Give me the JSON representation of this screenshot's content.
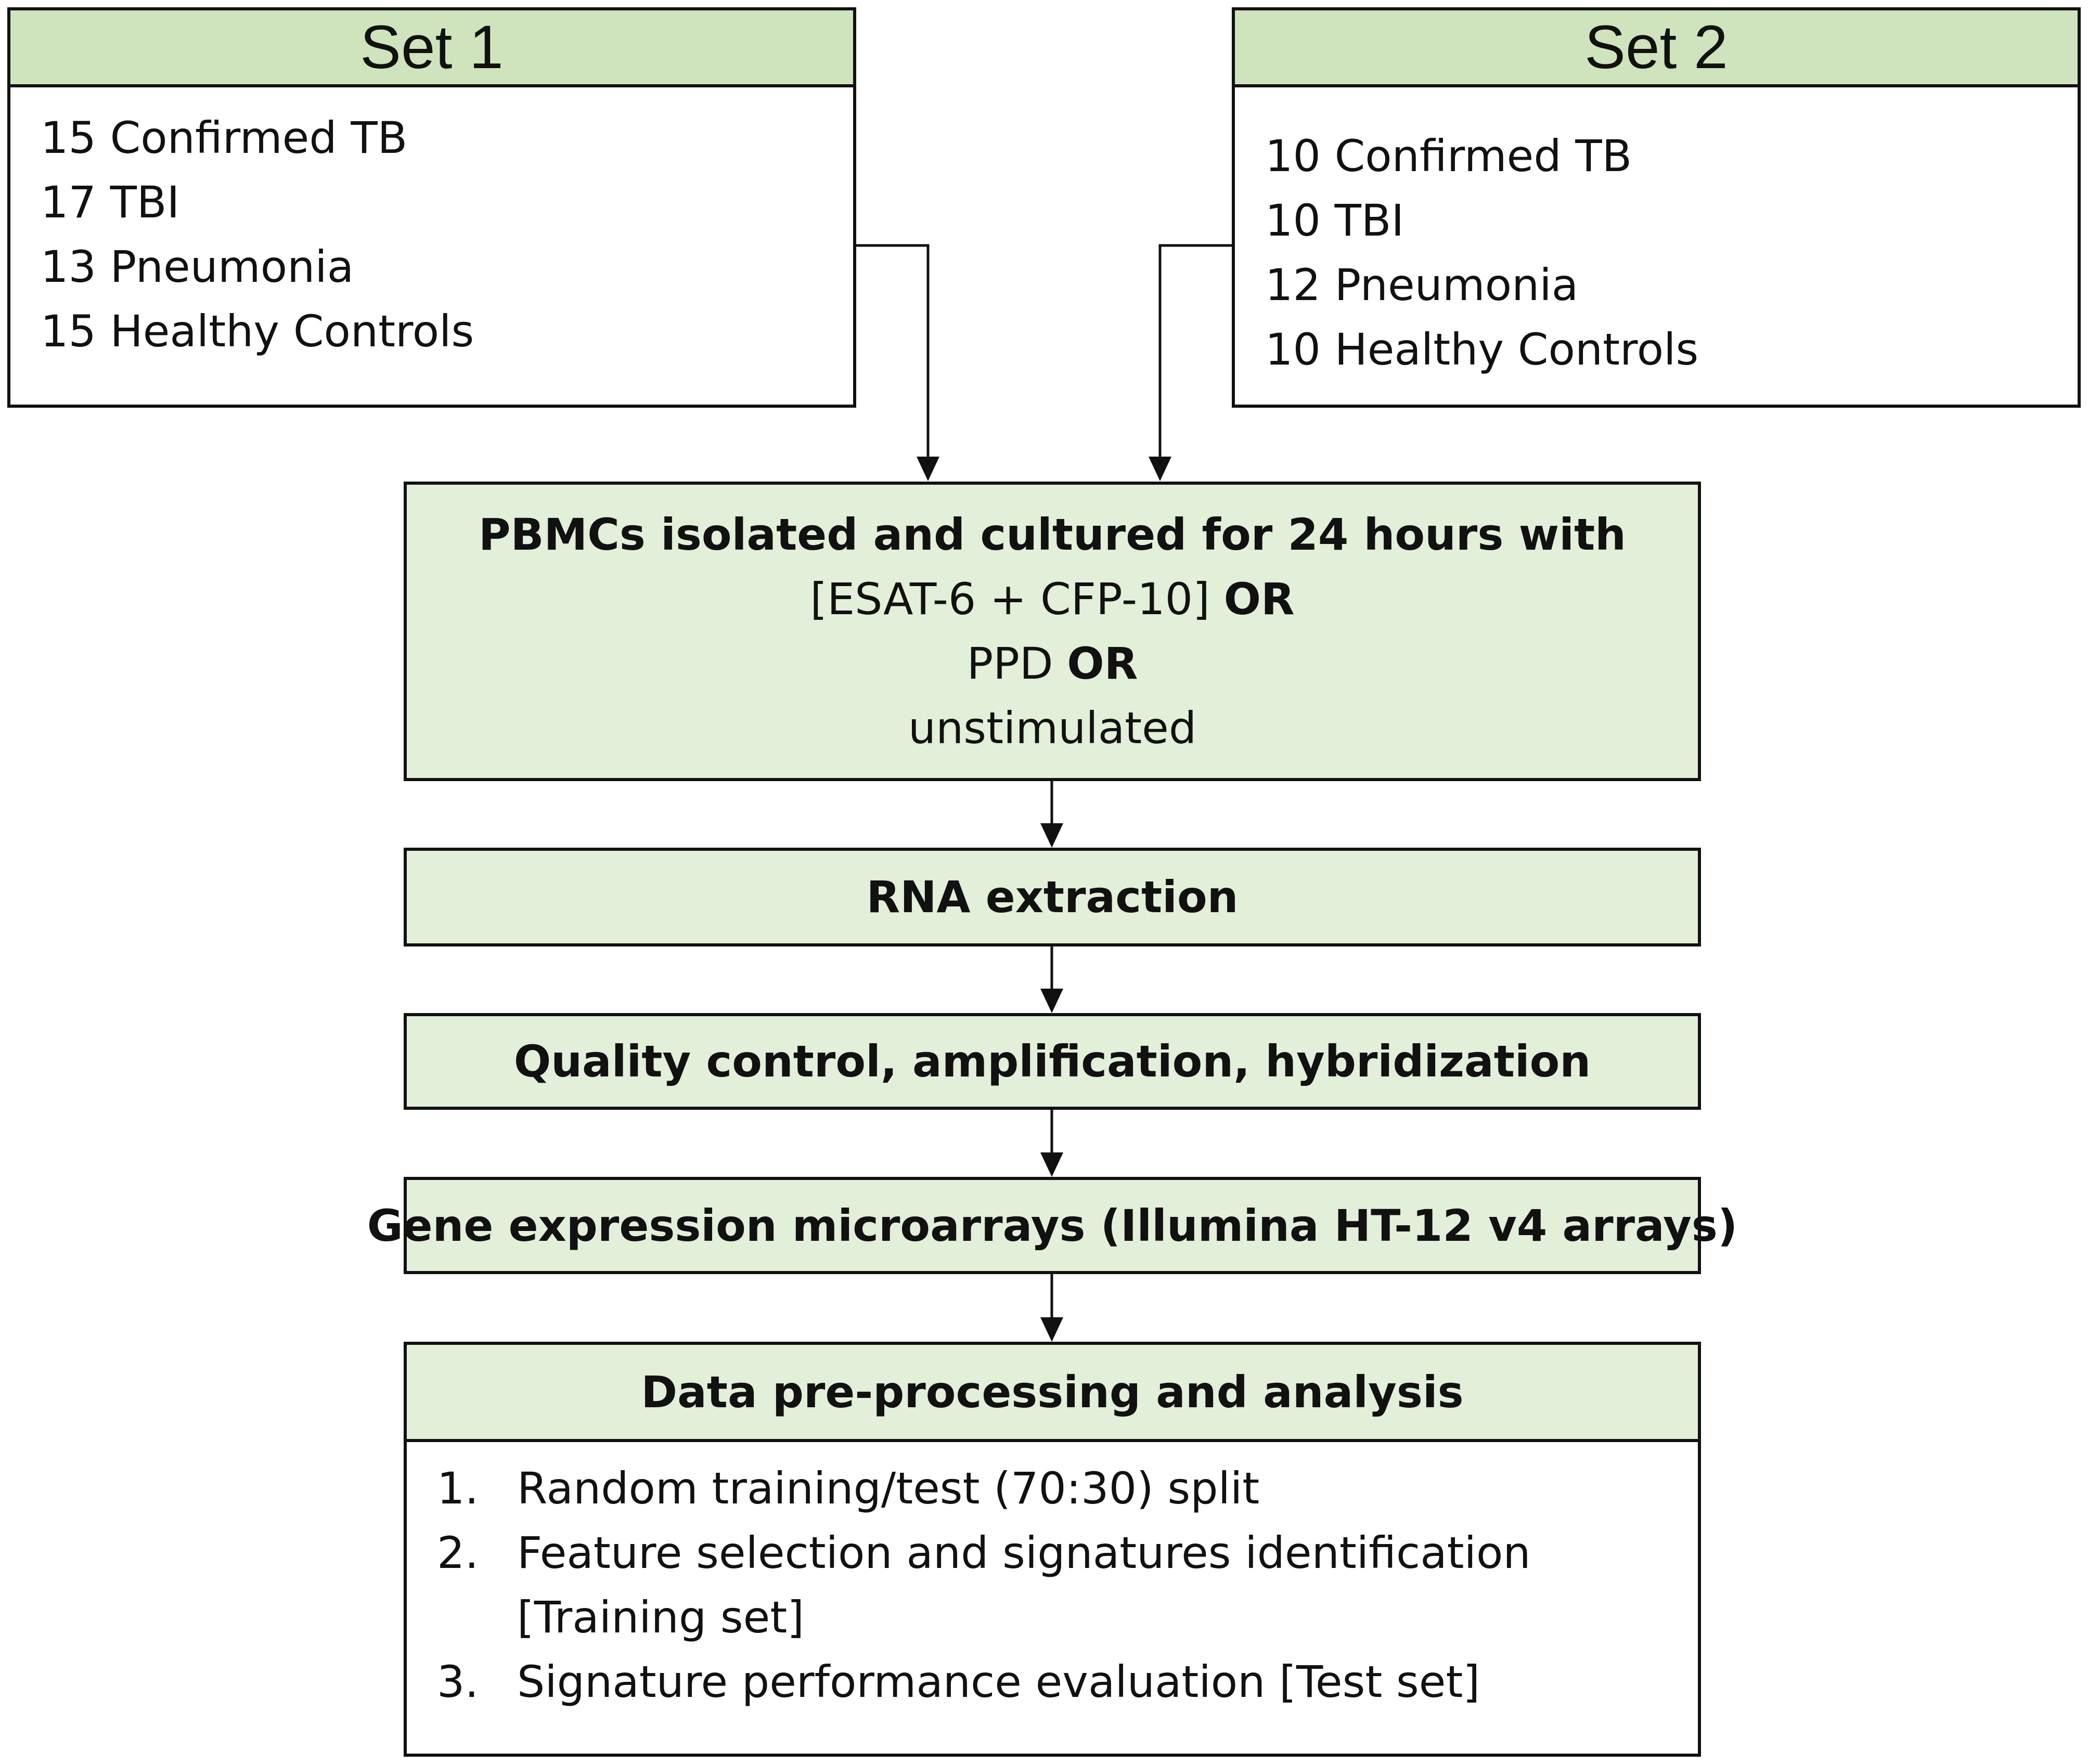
{
  "set1": {
    "title": "Set 1",
    "items": [
      "15 Confirmed TB",
      "17 TBI",
      "13 Pneumonia",
      "15 Healthy Controls"
    ]
  },
  "set2": {
    "title": "Set 2",
    "items": [
      "10 Confirmed TB",
      "10 TBI",
      "12 Pneumonia",
      "10 Healthy Controls"
    ]
  },
  "pbmc": {
    "line1": "PBMCs isolated and cultured for 24 hours with",
    "line2_text": "[ESAT-6 + CFP-10] ",
    "line2_bold": "OR",
    "line3_text": "PPD ",
    "line3_bold": "OR",
    "line4": "unstimulated"
  },
  "steps": {
    "rna": "RNA extraction",
    "qc": "Quality control, amplification, hybridization",
    "microarray": "Gene expression microarrays (Illumina HT-12 v4 arrays)"
  },
  "analysis": {
    "title": "Data pre-processing and analysis",
    "items": [
      {
        "num": "1.",
        "text": "Random training/test (70:30) split",
        "text2": ""
      },
      {
        "num": "2.",
        "text": "Feature selection and signatures identification",
        "text2": "[Training set]"
      },
      {
        "num": "3.",
        "text": "Signature performance evaluation [Test set]",
        "text2": ""
      }
    ]
  },
  "colors": {
    "header_fill": "#cfe3bd",
    "box_fill": "#e2efd9",
    "stroke": "#111111"
  }
}
